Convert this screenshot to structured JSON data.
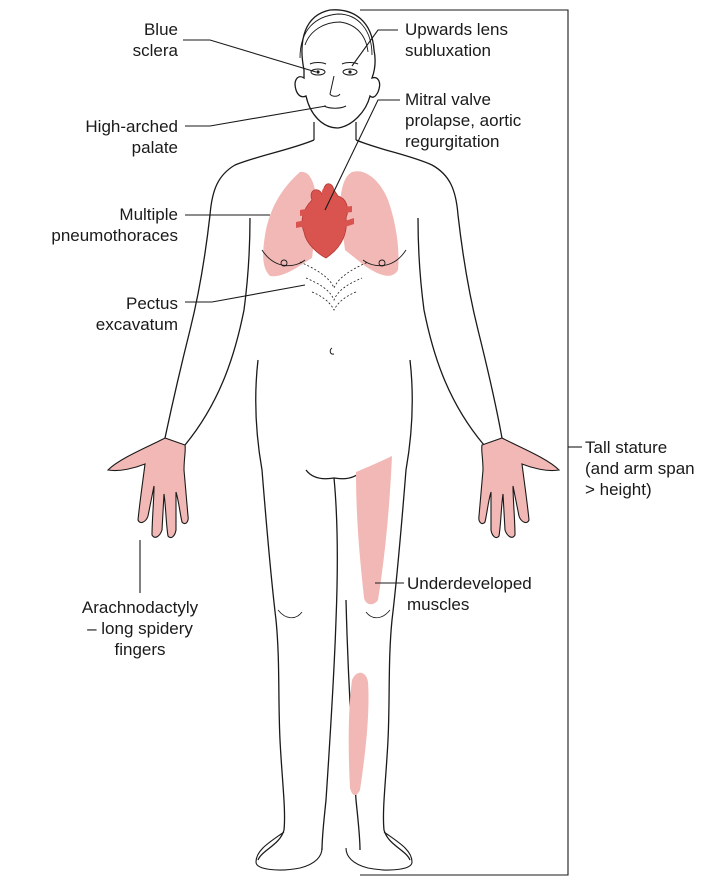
{
  "labels": {
    "blue_sclera": [
      "Blue",
      "sclera"
    ],
    "lens_subluxation": [
      "Upwards lens",
      "subluxation"
    ],
    "high_arched_palate": [
      "High-arched",
      "palate"
    ],
    "mitral_valve": [
      "Mitral valve",
      "prolapse, aortic",
      "regurgitation"
    ],
    "pneumothoraces": [
      "Multiple",
      "pneumothoraces"
    ],
    "pectus": [
      "Pectus",
      "excavatum"
    ],
    "tall_stature": [
      "Tall stature",
      "(and arm span",
      "> height)"
    ],
    "muscles": [
      "Underdeveloped",
      "muscles"
    ],
    "arachnodactyly": [
      "Arachnodactyly",
      "– long spidery",
      "fingers"
    ]
  },
  "colors": {
    "outline": "#1a1a1a",
    "lung_fill": "#f2b8b5",
    "heart_fill": "#d9534f",
    "muscle_fill": "#f2b8b5",
    "hand_fill": "#f2b8b5",
    "leader_line": "#1a1a1a"
  }
}
